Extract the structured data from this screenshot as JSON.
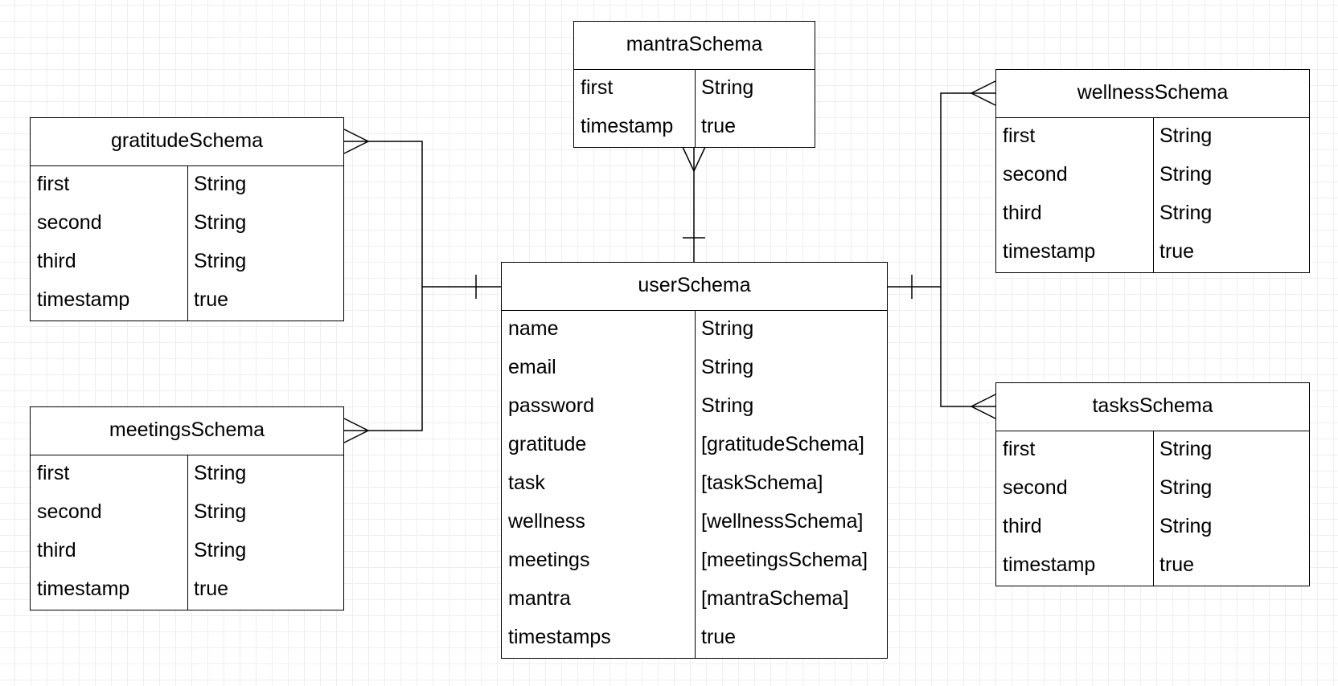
{
  "entities": {
    "mantra": {
      "title": "mantraSchema",
      "fields": [
        {
          "name": "first",
          "type": "String"
        },
        {
          "name": "timestamp",
          "type": "true"
        }
      ]
    },
    "gratitude": {
      "title": "gratitudeSchema",
      "fields": [
        {
          "name": "first",
          "type": "String"
        },
        {
          "name": "second",
          "type": "String"
        },
        {
          "name": "third",
          "type": "String"
        },
        {
          "name": "timestamp",
          "type": "true"
        }
      ]
    },
    "meetings": {
      "title": "meetingsSchema",
      "fields": [
        {
          "name": "first",
          "type": "String"
        },
        {
          "name": "second",
          "type": "String"
        },
        {
          "name": "third",
          "type": "String"
        },
        {
          "name": "timestamp",
          "type": "true"
        }
      ]
    },
    "user": {
      "title": "userSchema",
      "fields": [
        {
          "name": "name",
          "type": "String"
        },
        {
          "name": "email",
          "type": "String"
        },
        {
          "name": "password",
          "type": "String"
        },
        {
          "name": "gratitude",
          "type": "[gratitudeSchema]"
        },
        {
          "name": "task",
          "type": "[taskSchema]"
        },
        {
          "name": "wellness",
          "type": "[wellnessSchema]"
        },
        {
          "name": "meetings",
          "type": "[meetingsSchema]"
        },
        {
          "name": "mantra",
          "type": "[mantraSchema]"
        },
        {
          "name": "timestamps",
          "type": "true"
        }
      ]
    },
    "wellness": {
      "title": "wellnessSchema",
      "fields": [
        {
          "name": "first",
          "type": "String"
        },
        {
          "name": "second",
          "type": "String"
        },
        {
          "name": "third",
          "type": "String"
        },
        {
          "name": "timestamp",
          "type": "true"
        }
      ]
    },
    "tasks": {
      "title": "tasksSchema",
      "fields": [
        {
          "name": "first",
          "type": "String"
        },
        {
          "name": "second",
          "type": "String"
        },
        {
          "name": "third",
          "type": "String"
        },
        {
          "name": "timestamp",
          "type": "true"
        }
      ]
    }
  },
  "relationships": [
    {
      "from": "user",
      "to": "mantra",
      "from_cardinality": "one",
      "to_cardinality": "many"
    },
    {
      "from": "user",
      "to": "gratitude",
      "from_cardinality": "one",
      "to_cardinality": "many"
    },
    {
      "from": "user",
      "to": "meetings",
      "from_cardinality": "one",
      "to_cardinality": "many"
    },
    {
      "from": "user",
      "to": "wellness",
      "from_cardinality": "one",
      "to_cardinality": "many"
    },
    {
      "from": "user",
      "to": "tasks",
      "from_cardinality": "one",
      "to_cardinality": "many"
    }
  ]
}
